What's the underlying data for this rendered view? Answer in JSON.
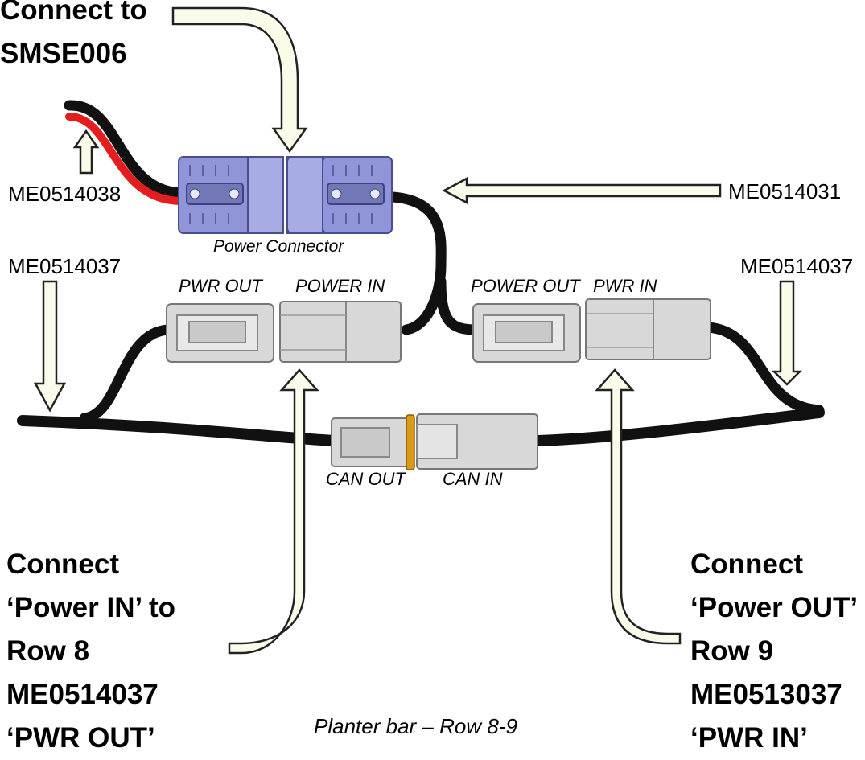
{
  "top_callout": {
    "line1": "Connect to",
    "line2": "SMSE006"
  },
  "part_labels": {
    "left_cable": "ME0514038",
    "right_cable": "ME0514031",
    "left_harness": "ME0514037",
    "right_harness": "ME0514037"
  },
  "connector_labels": {
    "power_connector": "Power Connector",
    "pwr_out_left": "PWR OUT",
    "power_in_left": "POWER IN",
    "power_out_right": "POWER OUT",
    "pwr_in_right": "PWR IN",
    "can_out": "CAN OUT",
    "can_in": "CAN IN"
  },
  "left_instruction": [
    "Connect",
    "‘Power IN’ to",
    "Row 8",
    "ME0514037",
    "‘PWR OUT’"
  ],
  "right_instruction": [
    "Connect",
    "‘Power OUT’",
    "Row 9",
    "ME0513037",
    "‘PWR IN’"
  ],
  "caption": "Planter bar – Row 8-9",
  "colors": {
    "cable": "#111111",
    "red_wire": "#e41e1e",
    "power_connector": "#8f95d8",
    "deutsch_connector": "#d8d8d8",
    "arrow_fill": "#fbfbea",
    "can_ring": "#d89a1a"
  }
}
